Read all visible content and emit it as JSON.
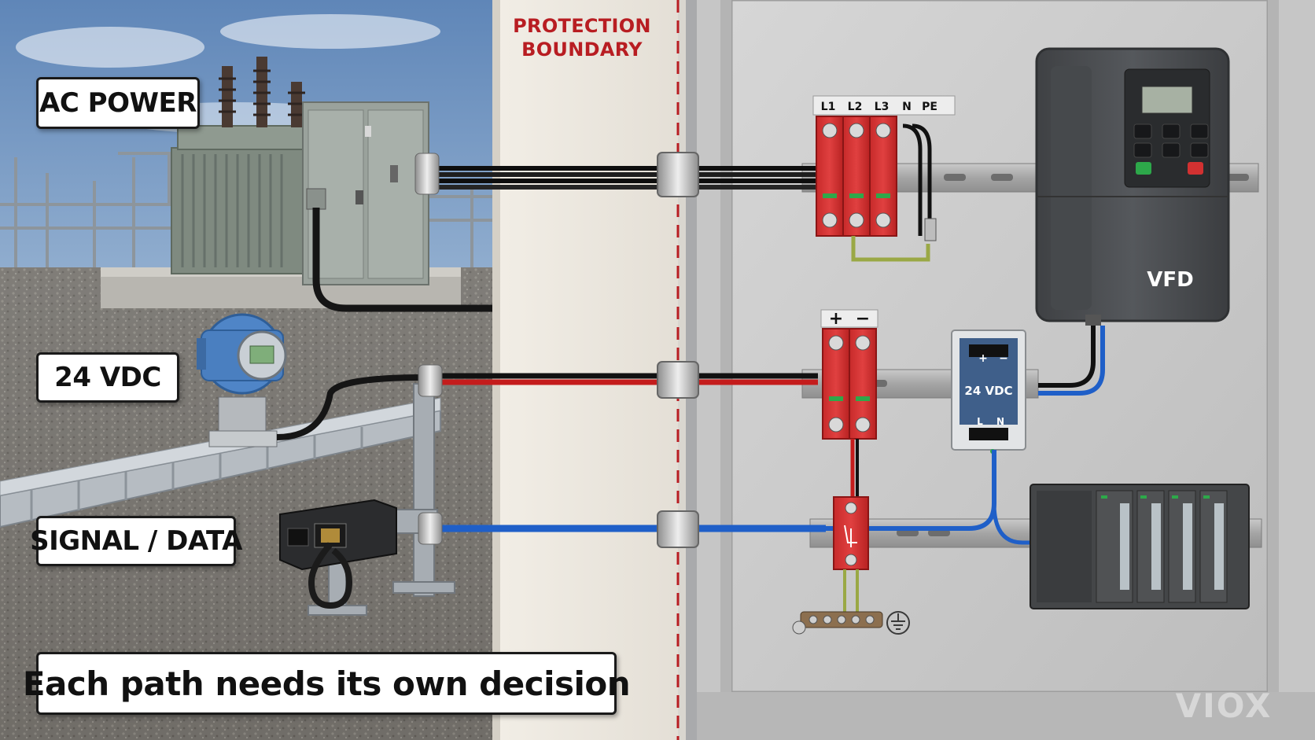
{
  "paths": {
    "ac_power": "AC POWER",
    "dc_24v": "24 VDC",
    "signal_data": "SIGNAL / DATA"
  },
  "boundary": {
    "line1": "PROTECTION",
    "line2": "BOUNDARY"
  },
  "caption": "Each path needs its own decision",
  "ac_spd_terminals": [
    "L1",
    "L2",
    "L3",
    "N",
    "PE"
  ],
  "dc_spd_terminals": [
    "+",
    "−"
  ],
  "vfd_label": "VFD",
  "psu": {
    "label": "24 VDC",
    "out_plus": "+",
    "out_minus": "−",
    "in_l": "L",
    "in_n": "N"
  },
  "watermark": "VIOX",
  "colors": {
    "boundary_red": "#b81d22",
    "spd_red": "#d63333",
    "signal_blue": "#1f5fc8",
    "panel_grey": "#cfcfcf",
    "vfd_grey": "#4d4f52"
  }
}
